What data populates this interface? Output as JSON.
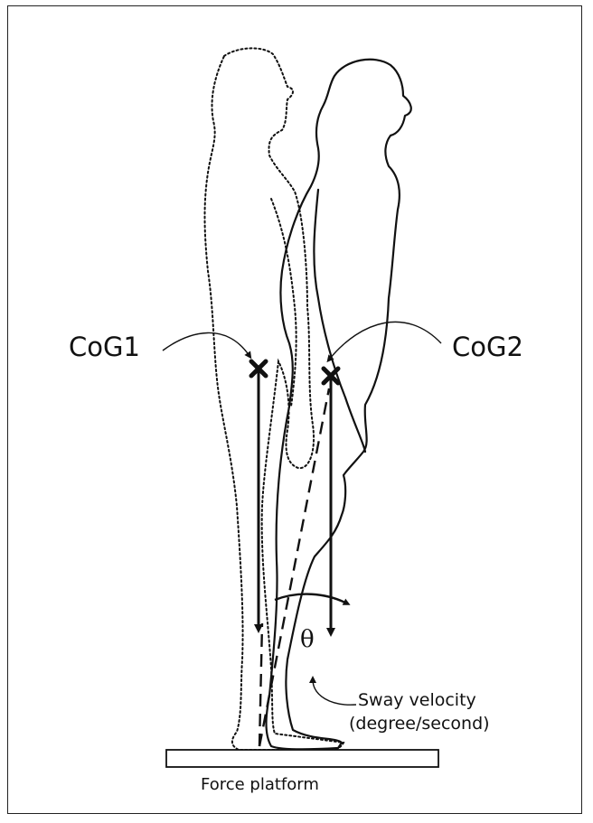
{
  "labels": {
    "cog1": "CoG1",
    "cog2": "CoG2",
    "angle": "θ",
    "sway_line1": "Sway velocity",
    "sway_line2": "(degree/second)",
    "platform": "Force platform"
  },
  "colors": {
    "stroke": "#111111",
    "background": "#ffffff"
  }
}
